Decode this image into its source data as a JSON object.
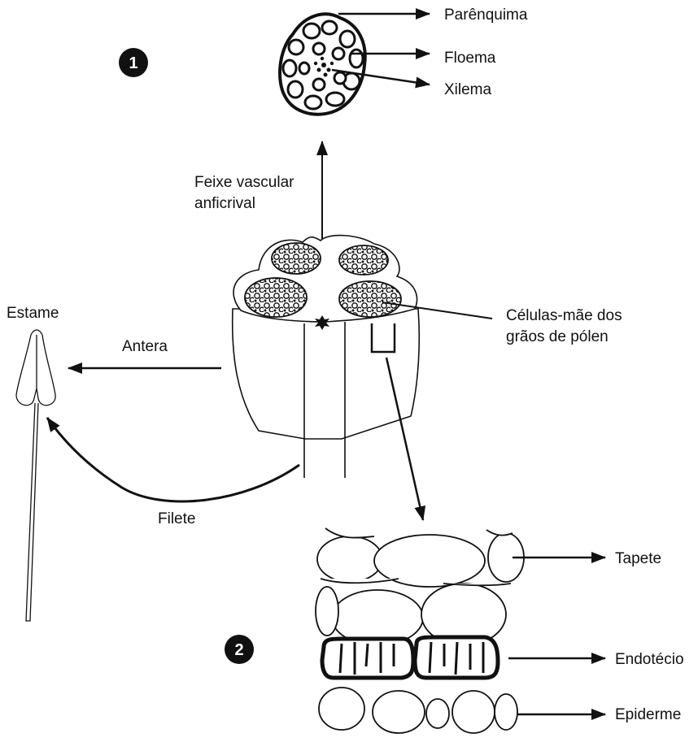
{
  "badges": {
    "one": "1",
    "two": "2"
  },
  "labels": {
    "parenquima": "Parênquima",
    "floema": "Floema",
    "xilema": "Xilema",
    "feixe_line1": "Feixe vascular",
    "feixe_line2": "anficrival",
    "estame": "Estame",
    "antera": "Antera",
    "celulas_line1": "Células-mãe dos",
    "celulas_line2": "grãos de pólen",
    "filete": "Filete",
    "tapete": "Tapete",
    "endotecio": "Endotécio",
    "epiderme": "Epiderme"
  },
  "colors": {
    "ink": "#111111",
    "paper": "#ffffff"
  }
}
